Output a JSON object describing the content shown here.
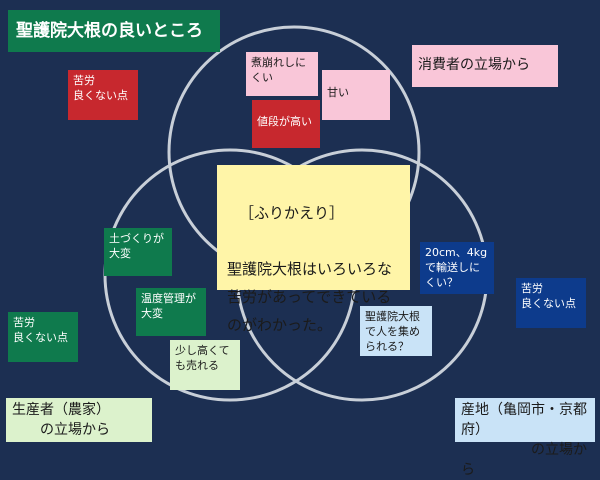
{
  "title": "聖護院大根の良いところ",
  "circle_labels": {
    "consumer": "消費者の立場から",
    "producer": "生産者（農家）\n　　の立場から",
    "region": "産地（亀岡市・京都府）\n　　　　　の立場から"
  },
  "consumer_notes": {
    "bad": "苦労\n良くない点",
    "easy_to_crumble": "煮崩れしに\nくい",
    "sweet": "甘い",
    "expensive": "値段が高い"
  },
  "producer_notes": {
    "bad": "苦労\n良くない点",
    "soil": "土づくりが\n大変",
    "temperature": "温度管理が\n大変",
    "sell_high": "少し高くて\nも売れる"
  },
  "region_notes": {
    "bad": "苦労\n良くない点",
    "shipping": "20cm、4kg\nで輸送しに\nくい？",
    "gather_people": "聖護院大根\nで人を集め\nられる？"
  },
  "reflection": {
    "heading": "［ふりかえり］",
    "body": "聖護院大根はいろいろな苦労があってできているのがわかった。"
  },
  "colors": {
    "background": "#1c2f52",
    "circle_stroke": "#c8cfd8",
    "title_bg": "#0f7a4d",
    "bad_consumer": "#c7282e",
    "good_consumer": "#f9c6d8",
    "bad_producer": "#0f7a4d",
    "good_producer": "#dcf2cc",
    "bad_region": "#0d3b8c",
    "good_region": "#c9e3f7",
    "reflection_bg": "#fff5a8"
  }
}
